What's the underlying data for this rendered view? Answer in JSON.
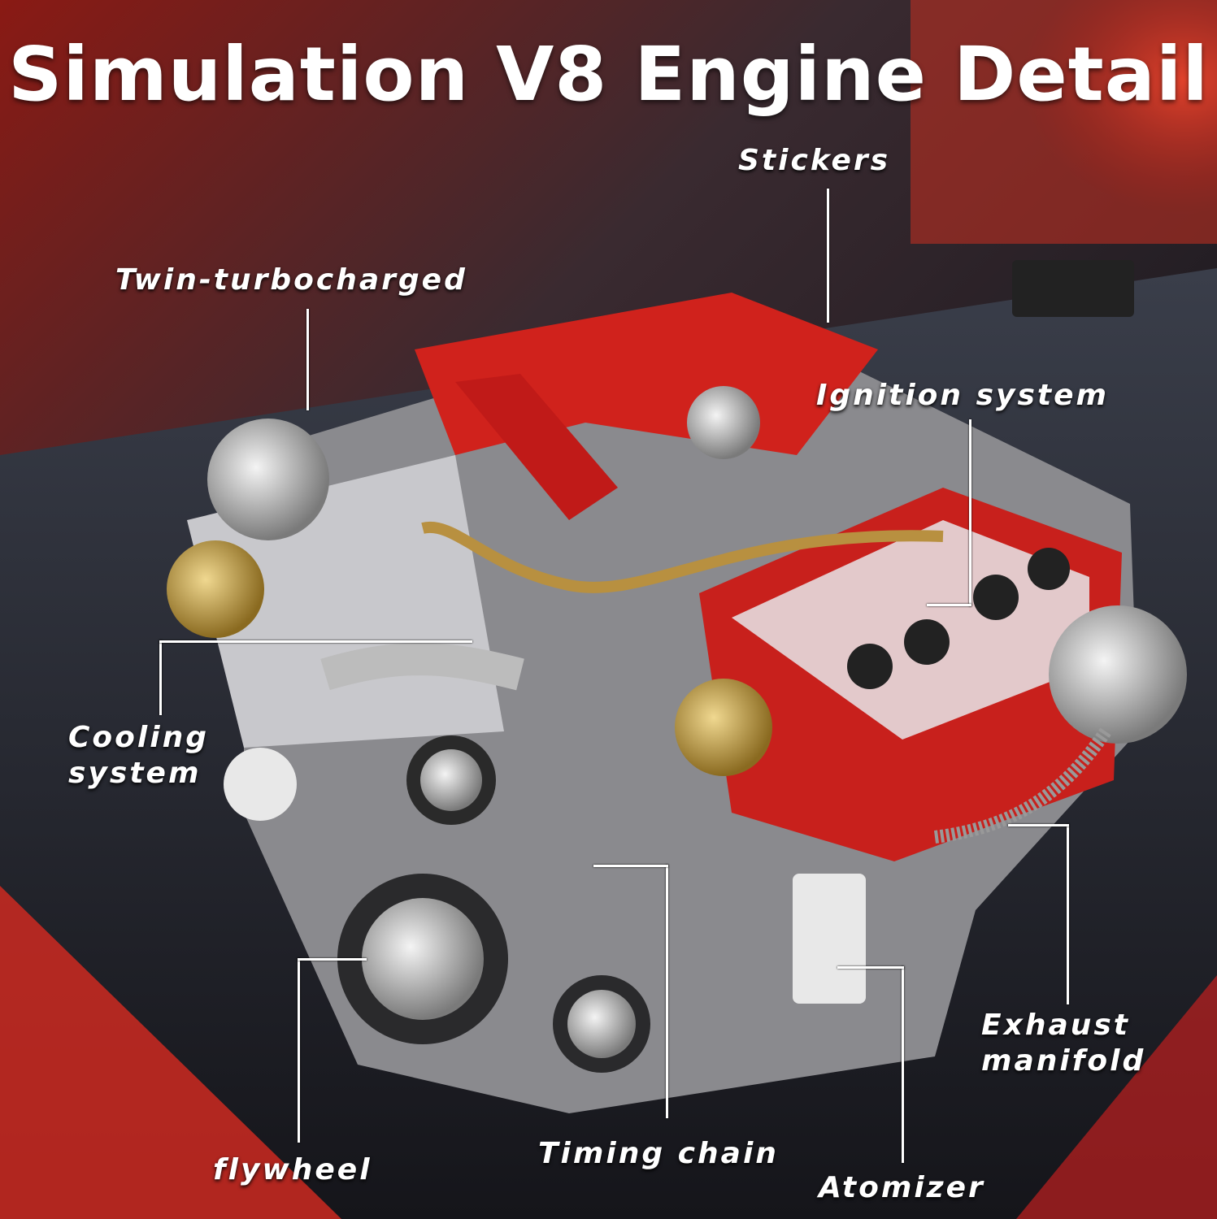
{
  "title": "Simulation V8 Engine Detail",
  "callouts": {
    "stickers": "Stickers",
    "twin_turbo": "Twin-turbocharged",
    "ignition": "Ignition  system",
    "cooling_1": "Cooling",
    "cooling_2": "system",
    "exhaust_1": "Exhaust",
    "exhaust_2": "manifold",
    "flywheel": "flywheel",
    "timing": "Timing  chain",
    "atomizer": "Atomizer"
  },
  "colors": {
    "accent": "#d42020",
    "label": "#ffffff",
    "metal": "#c8c8c8",
    "brass": "#c9a24a"
  }
}
